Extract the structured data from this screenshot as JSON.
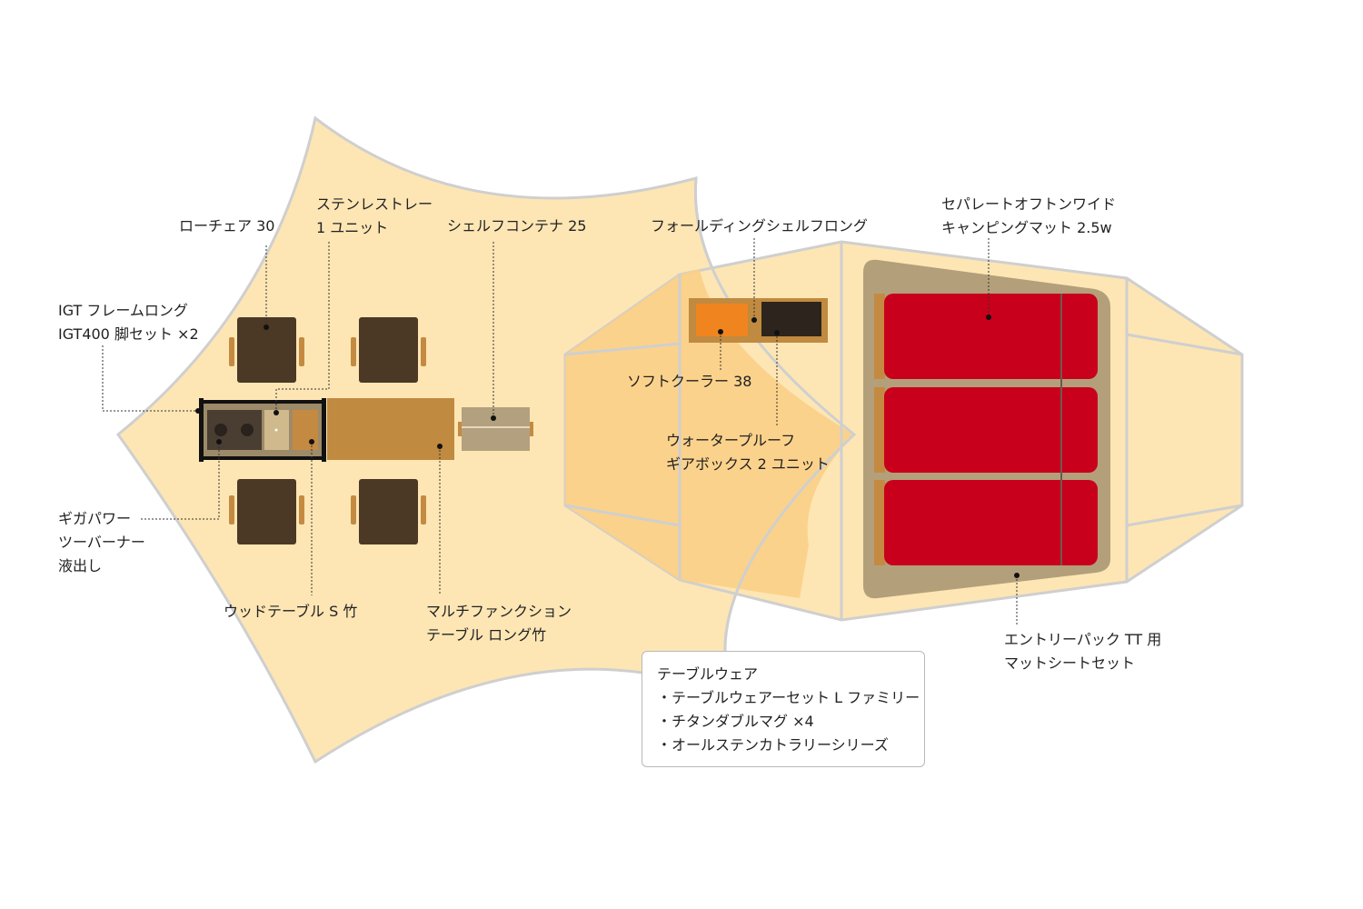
{
  "colors": {
    "tarp_fill": "#fde6b4",
    "tarp_stroke": "#cfcfcf",
    "tent_fill": "#fde6b4",
    "overlap_fill": "#fbcf86",
    "ground_sheet": "#b3a07a",
    "mat_red": "#c8001b",
    "chair_seat": "#4b3825",
    "chair_arm": "#c48a42",
    "table_wood": "#c08a40",
    "tray_beige": "#b3a07e",
    "cooler_orange": "#f08520",
    "gearbox_dark": "#2d241d",
    "igt_black": "#111111"
  },
  "labels": {
    "low_chair": "ローチェア 30",
    "steel_tray": [
      "ステンレストレー",
      "1 ユニット"
    ],
    "shelf_container": "シェルフコンテナ 25",
    "folding_shelf": "フォールディングシェルフロング",
    "futon_mat": [
      "セパレートオフトンワイド",
      "キャンピングマット 2.5w"
    ],
    "igt_frame": [
      "IGT フレームロング",
      "IGT400 脚セット ×2"
    ],
    "giga_power": [
      "ギガパワー",
      "ツーバーナー",
      "液出し"
    ],
    "wood_table": "ウッドテーブル S 竹",
    "multi_table": [
      "マルチファンクション",
      "テーブル ロング竹"
    ],
    "soft_cooler": "ソフトクーラー 38",
    "gear_box": [
      "ウォータープルーフ",
      "ギアボックス 2 ユニット"
    ],
    "entry_pack": [
      "エントリーパック TT 用",
      "マットシートセット"
    ]
  },
  "tableware": {
    "title": "テーブルウェア",
    "items": [
      "・テーブルウェアーセット L ファミリー",
      "・チタンダブルマグ ×4",
      "・オールステンカトラリーシリーズ"
    ]
  }
}
